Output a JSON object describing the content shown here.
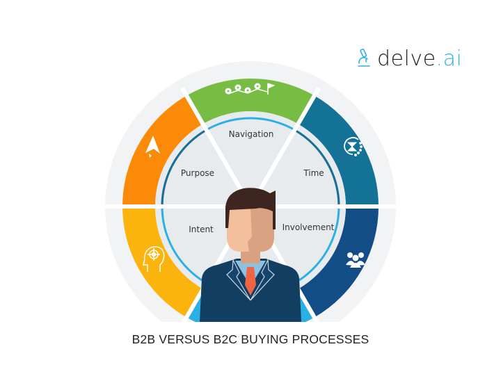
{
  "brand": {
    "logo_icon": "microscope-icon",
    "name_main": "delve",
    "name_suffix": ".ai",
    "accent_color": "#2ab0e4"
  },
  "title": "B2B VERSUS B2C BUYING PROCESSES",
  "wheel": {
    "segments": [
      {
        "label": "Navigation",
        "color": "#78bd43",
        "icon": "route-pins-flag-icon"
      },
      {
        "label": "Time",
        "color": "#147297",
        "icon": "hourglass-cycle-icon"
      },
      {
        "label": "Involvement",
        "color": "#124d85",
        "icon": "people-group-icon"
      },
      {
        "label": "Intent",
        "color": "#fbb40d",
        "icon": "head-target-icon"
      },
      {
        "label": "Purpose",
        "color": "#fc8a09",
        "icon": "paper-plane-icon"
      }
    ],
    "center_figure": "businessman-avatar"
  }
}
